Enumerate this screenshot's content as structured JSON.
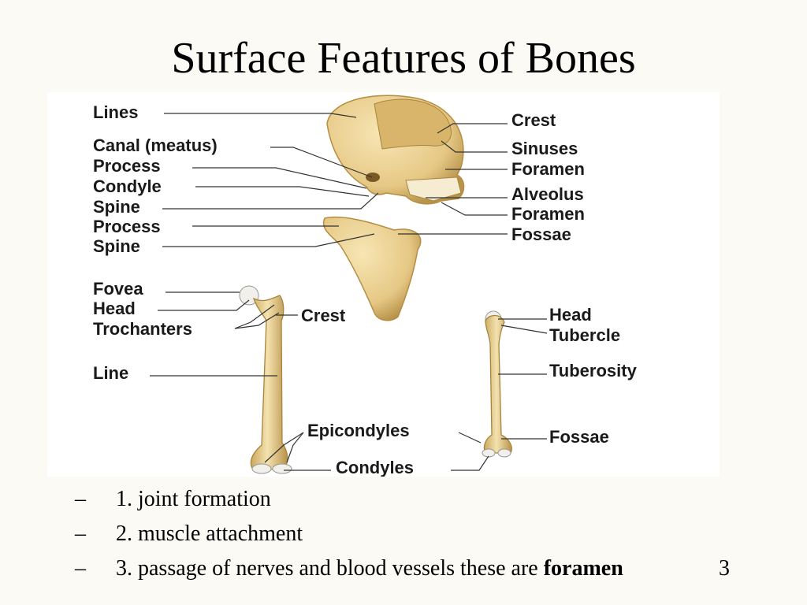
{
  "slide": {
    "title": "Surface Features of Bones",
    "slide_number": "3"
  },
  "diagram": {
    "left_labels": {
      "lines": "Lines",
      "canal": "Canal (meatus)",
      "process1": "Process",
      "condyle": "Condyle",
      "spine1": "Spine",
      "process2": "Process",
      "spine2": "Spine",
      "fovea": "Fovea",
      "head": "Head",
      "trochanters": "Trochanters",
      "line": "Line"
    },
    "right_labels": {
      "crest": "Crest",
      "sinuses": "Sinuses",
      "foramen1": "Foramen",
      "alveolus": "Alveolus",
      "foramen2": "Foramen",
      "fossae": "Fossae"
    },
    "femur_labels": {
      "crest": "Crest",
      "epicondyles": "Epicondyles",
      "condyles": "Condyles"
    },
    "humerus_labels": {
      "head": "Head",
      "tubercle": "Tubercle",
      "tuberosity": "Tuberosity",
      "fossae": "Fossae"
    },
    "colors": {
      "bone": "#ecd497",
      "bone_shadow": "#c9a95e",
      "bone_dark": "#a8843c"
    }
  },
  "bullets": [
    {
      "dash": "–",
      "text": "1. joint formation"
    },
    {
      "dash": "–",
      "text": "2. muscle attachment"
    },
    {
      "dash": "–",
      "text": "3. passage of nerves and blood vessels these are ",
      "bold": "foramen"
    }
  ]
}
